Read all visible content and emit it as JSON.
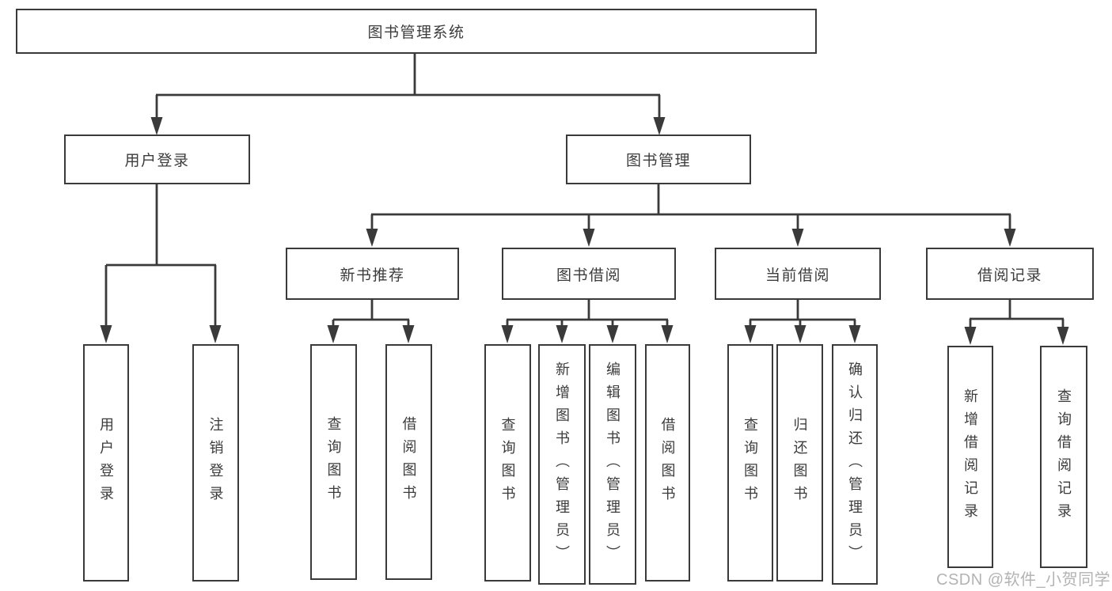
{
  "tree": {
    "root": {
      "label": "图书管理系统"
    },
    "branches": [
      {
        "label": "用户登录",
        "leaves": [
          {
            "label": "用户登录"
          },
          {
            "label": "注销登录"
          }
        ]
      },
      {
        "label": "图书管理",
        "groups": [
          {
            "label": "新书推荐",
            "leaves": [
              {
                "label": "查询图书"
              },
              {
                "label": "借阅图书"
              }
            ]
          },
          {
            "label": "图书借阅",
            "leaves": [
              {
                "label": "查询图书"
              },
              {
                "label": "新增图书（管理员）"
              },
              {
                "label": "编辑图书（管理员）"
              },
              {
                "label": "借阅图书"
              }
            ]
          },
          {
            "label": "当前借阅",
            "leaves": [
              {
                "label": "查询图书"
              },
              {
                "label": "归还图书"
              },
              {
                "label": "确认归还（管理员）"
              }
            ]
          },
          {
            "label": "借阅记录",
            "leaves": [
              {
                "label": "新增借阅记录"
              },
              {
                "label": "查询借阅记录"
              }
            ]
          }
        ]
      }
    ]
  },
  "watermark": {
    "text": "CSDN @软件_小贺同学"
  },
  "colors": {
    "line": "#3a3a3a",
    "box_background": "#ffffff",
    "text": "#3c3c3c",
    "watermark": "#a8a5a5"
  }
}
